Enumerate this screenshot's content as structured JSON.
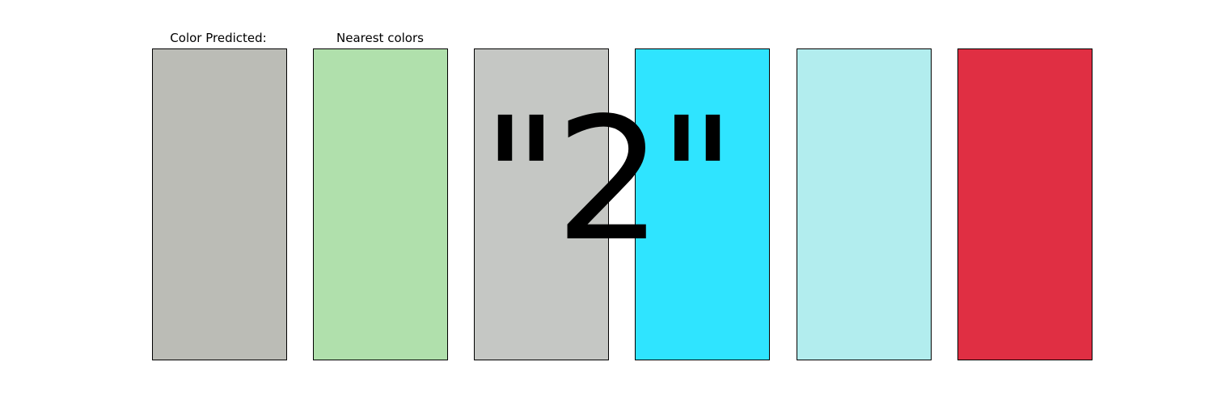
{
  "titles": {
    "predicted": "Color Predicted:",
    "nearest": "Nearest colors"
  },
  "predicted_label": "\"2\"",
  "swatches": [
    {
      "role": "predicted",
      "color": "#bbbcb6"
    },
    {
      "role": "nearest",
      "color": "#b0e0ac"
    },
    {
      "role": "nearest",
      "color": "#c5c7c4"
    },
    {
      "role": "nearest",
      "color": "#2fe4ff"
    },
    {
      "role": "nearest",
      "color": "#b2edee"
    },
    {
      "role": "nearest",
      "color": "#e02f43"
    }
  ]
}
